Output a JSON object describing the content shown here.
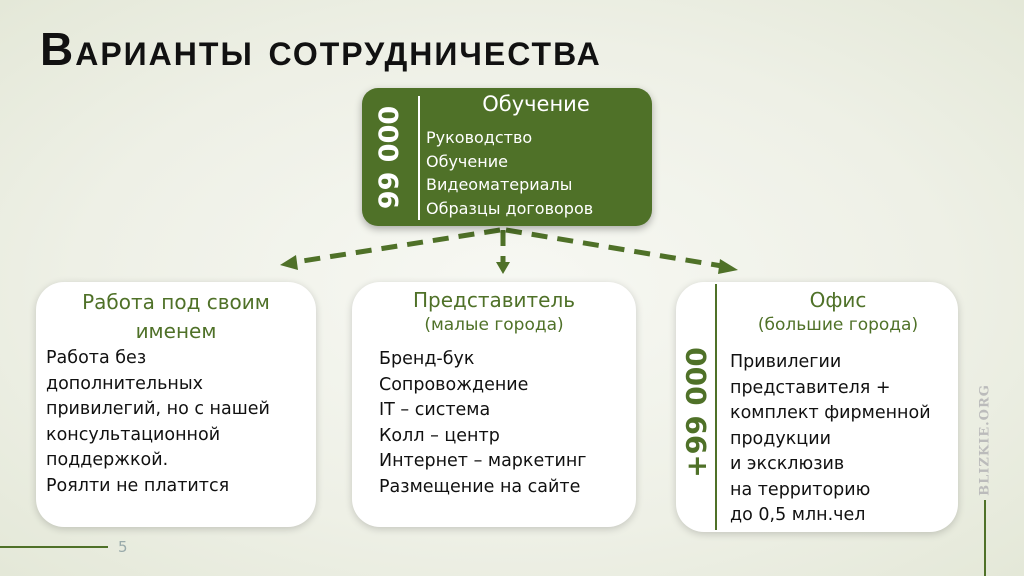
{
  "title": "Варианты сотрудничества",
  "top": {
    "price": "99 000",
    "heading": "Обучение",
    "items": [
      "Руководство",
      "Обучение",
      "Видеоматериалы",
      "Образцы договоров"
    ]
  },
  "left": {
    "heading_line1": "Работа под своим",
    "heading_line2": "именем",
    "items": [
      "Работа без",
      "дополнительных",
      "привилегий, но с нашей",
      "консультационной",
      "поддержкой.",
      "Роялти не платится"
    ]
  },
  "middle": {
    "heading": "Представитель",
    "subheading": "(малые города)",
    "items": [
      "Бренд-бук",
      "Сопровождение",
      "IT – система",
      "Колл – центр",
      "Интернет – маркетинг",
      "Размещение на сайте"
    ]
  },
  "right": {
    "price": "+99 000",
    "heading": "Офис",
    "subheading": "(большие города)",
    "items": [
      "Привилегии",
      "представителя +",
      "комплект фирменной",
      "продукции",
      "и эксклюзив",
      "на территорию",
      "до 0,5 млн.чел"
    ]
  },
  "page_number": "5",
  "brand": "BLIZKIE.ORG",
  "colors": {
    "accent": "#4f7128"
  }
}
